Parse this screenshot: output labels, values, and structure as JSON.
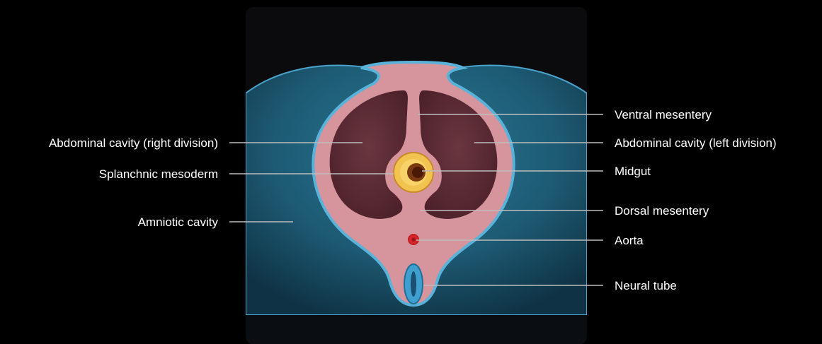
{
  "labels": {
    "ventral_mesentery": "Ventral mesentery",
    "abdominal_right": "Abdominal cavity (right division)",
    "abdominal_left": "Abdominal cavity (left division)",
    "splanchnic_mesoderm": "Splanchnic mesoderm",
    "midgut": "Midgut",
    "amniotic_cavity": "Amniotic cavity",
    "dorsal_mesentery": "Dorsal mesentery",
    "aorta": "Aorta",
    "neural_tube": "Neural tube"
  },
  "colors": {
    "background": "#000000",
    "tissue_pink": "#d6949c",
    "cavity_maroon": "#5e2b34",
    "amniotic_teal": "#1f5d76",
    "ectoderm_blue": "#58b2da",
    "midgut_yellow": "#f2c34e",
    "aorta_red": "#d8262a",
    "label_text": "#ffffff",
    "leader_line": "#bdbdbd"
  }
}
